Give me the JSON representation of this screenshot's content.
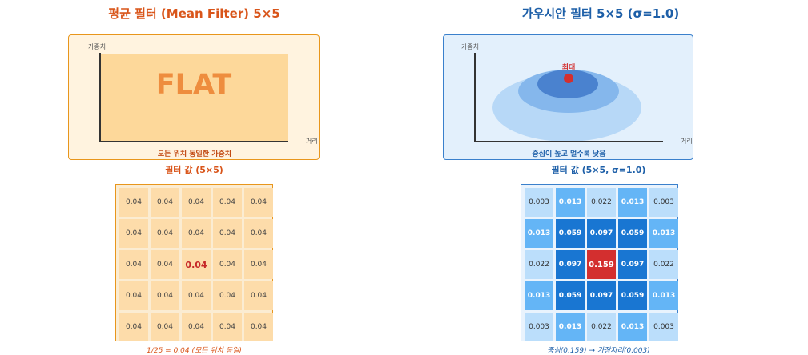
{
  "mean": {
    "title": "평균 필터 (Mean Filter) 5×5",
    "chart_ylabel": "가중치",
    "chart_xlabel": "거리",
    "flat_label": "FLAT",
    "chart_caption": "모든 위치 동일한 가중치",
    "grid_title": "필터 값 (5×5)",
    "values": [
      [
        "0.04",
        "0.04",
        "0.04",
        "0.04",
        "0.04"
      ],
      [
        "0.04",
        "0.04",
        "0.04",
        "0.04",
        "0.04"
      ],
      [
        "0.04",
        "0.04",
        "0.04",
        "0.04",
        "0.04"
      ],
      [
        "0.04",
        "0.04",
        "0.04",
        "0.04",
        "0.04"
      ],
      [
        "0.04",
        "0.04",
        "0.04",
        "0.04",
        "0.04"
      ]
    ],
    "caption": "1/25 = 0.04 (모든 위치 동일)",
    "colors": {
      "accent": "#e8781c",
      "title": "#d9551a",
      "panel_bg": "#fff3df",
      "cell_bg": "#fddcaa",
      "center": "#c62828"
    }
  },
  "gauss": {
    "title": "가우시안 필터 5×5 (σ=1.0)",
    "chart_ylabel": "가중치",
    "chart_xlabel": "거리",
    "peak_label": "최대",
    "chart_caption": "중심이 높고 멀수록 낮음",
    "grid_title": "필터 값 (5×5, σ=1.0)",
    "values": [
      [
        "0.003",
        "0.013",
        "0.022",
        "0.013",
        "0.003"
      ],
      [
        "0.013",
        "0.059",
        "0.097",
        "0.059",
        "0.013"
      ],
      [
        "0.022",
        "0.097",
        "0.159",
        "0.097",
        "0.022"
      ],
      [
        "0.013",
        "0.059",
        "0.097",
        "0.059",
        "0.013"
      ],
      [
        "0.003",
        "0.013",
        "0.022",
        "0.013",
        "0.003"
      ]
    ],
    "caption": "중심(0.159) → 가장자리(0.003)",
    "colors": {
      "accent": "#3a80cc",
      "title": "#1d5fa8",
      "panel_bg": "#e3f0fc",
      "center": "#d32f2f"
    }
  }
}
